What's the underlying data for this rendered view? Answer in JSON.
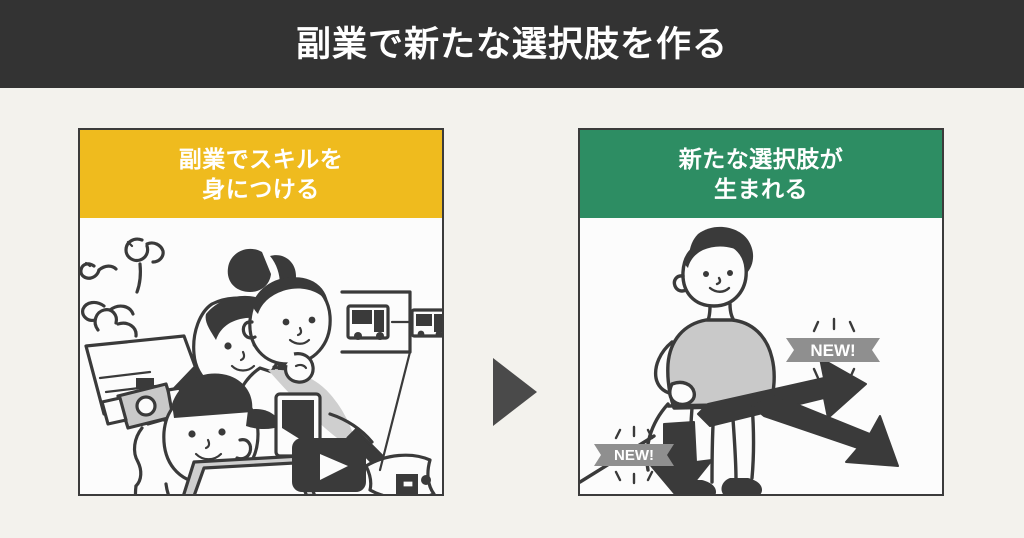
{
  "header": {
    "title": "副業で新たな選択肢を作る",
    "background_color": "#333333",
    "text_color": "#ffffff"
  },
  "page": {
    "background_color": "#f3f2ed"
  },
  "flow_arrow": {
    "icon": "triangle-right-icon",
    "color": "#4a4a4a"
  },
  "cards": [
    {
      "id": "skill",
      "header_line1": "副業でスキルを",
      "header_line2": "身につける",
      "header_color": "#efbb1e",
      "border_color": "#3b3b3b",
      "body_color": "#fcfcfc",
      "illustration": "three-people-working-illustration",
      "illustration_items": [
        "woman-drawing-with-pen-and-birds",
        "woman-designing-on-tablet",
        "man-with-camera-and-laptop-and-video-icon"
      ]
    },
    {
      "id": "options",
      "header_line1": "新たな選択肢が",
      "header_line2": "生まれる",
      "header_color": "#2d8d63",
      "border_color": "#3b3b3b",
      "body_color": "#fcfcfc",
      "illustration": "standing-person-with-branching-arrows",
      "illustration_items": [
        "standing-person",
        "arrow-up-right",
        "arrow-down-right",
        "arrow-down"
      ],
      "badges": [
        {
          "label": "NEW!",
          "color": "#8f8f8f",
          "text_color": "#ffffff"
        },
        {
          "label": "NEW!",
          "color": "#8f8f8f",
          "text_color": "#ffffff"
        }
      ]
    }
  ]
}
